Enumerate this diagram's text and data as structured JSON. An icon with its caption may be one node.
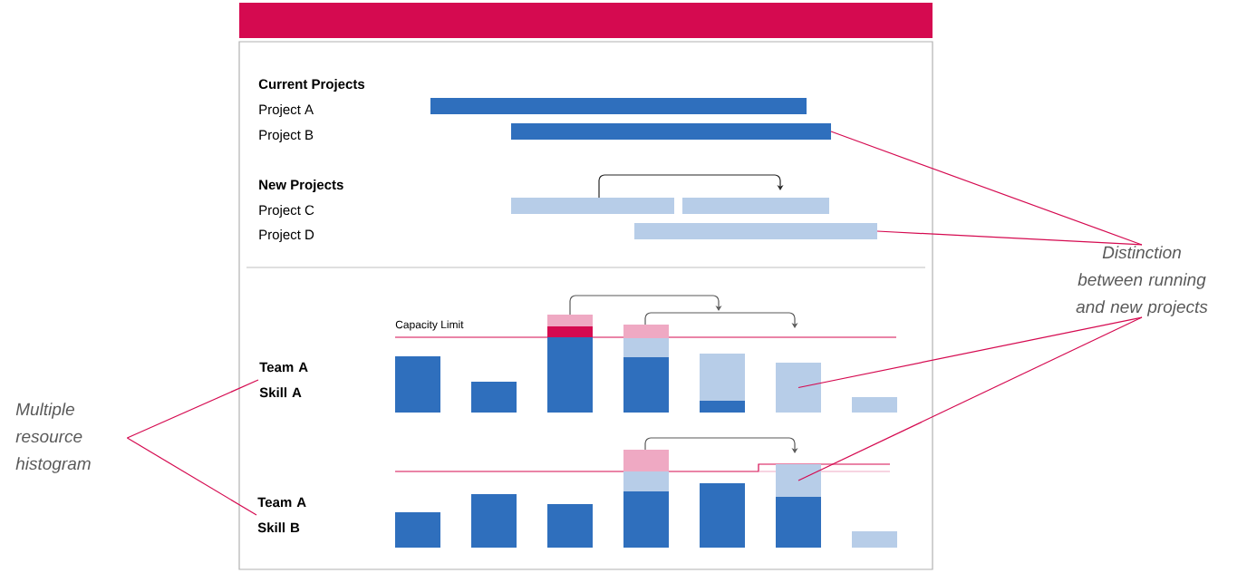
{
  "diagram": {
    "nodes": [
      {
        "text": [],
        "shape": "bar"
      },
      {
        "text": [],
        "shape": "bar"
      },
      {
        "text": [],
        "shape": "bar"
      },
      {
        "text": [],
        "shape": "bar"
      },
      {
        "text": [],
        "shape": "bar"
      },
      {
        "text": [
          "Distinction between running and new projects"
        ]
      },
      {
        "text": [
          "Team A Skill A"
        ]
      },
      {
        "text": [],
        "shape": "bar"
      },
      {
        "text": [],
        "shape": "bar"
      },
      {
        "text": [],
        "shape": "bar"
      },
      {
        "text": [],
        "shape": "bar"
      },
      {
        "text": [],
        "shape": "bar"
      },
      {
        "text": [],
        "shape": "bar"
      },
      {
        "text": [],
        "shape": "bar"
      },
      {
        "text": [
          "Multiple resource histogram"
        ]
      },
      {
        "text": [
          "Team A Skill B"
        ]
      },
      {
        "text": [],
        "shape": "bar"
      },
      {
        "text": [],
        "shape": "bar"
      },
      {
        "text": [],
        "shape": "bar"
      },
      {
        "text": [],
        "shape": "bar"
      },
      {
        "text": [],
        "shape": "bar"
      },
      {
        "text": [],
        "shape": "bar"
      },
      {
        "text": [],
        "shape": "bar"
      }
    ],
    "edges": [
      {
        "from": 5,
        "to": 1,
        "arrow": "none"
      },
      {
        "from": 5,
        "to": 4,
        "arrow": "none"
      },
      {
        "from": 5,
        "to": 12,
        "arrow": "none"
      },
      {
        "from": 5,
        "to": 21,
        "arrow": "none"
      },
      {
        "from": 14,
        "to": 6,
        "arrow": "none"
      },
      {
        "from": 14,
        "to": 15,
        "arrow": "none"
      },
      {
        "from": 2,
        "to": 3,
        "arrow": "to",
        "color": "#262626"
      },
      {
        "from": 9,
        "to": 11,
        "arrow": "to",
        "color": "#595959"
      },
      {
        "from": 10,
        "to": 12,
        "arrow": "to",
        "color": "#595959"
      },
      {
        "from": 19,
        "to": 21,
        "arrow": "to",
        "color": "#595959"
      }
    ],
    "labels": [
      "Current Projects",
      "Project A",
      "Project B",
      "New Projects",
      "Project C",
      "Project D",
      "Capacity Limit"
    ]
  }
}
